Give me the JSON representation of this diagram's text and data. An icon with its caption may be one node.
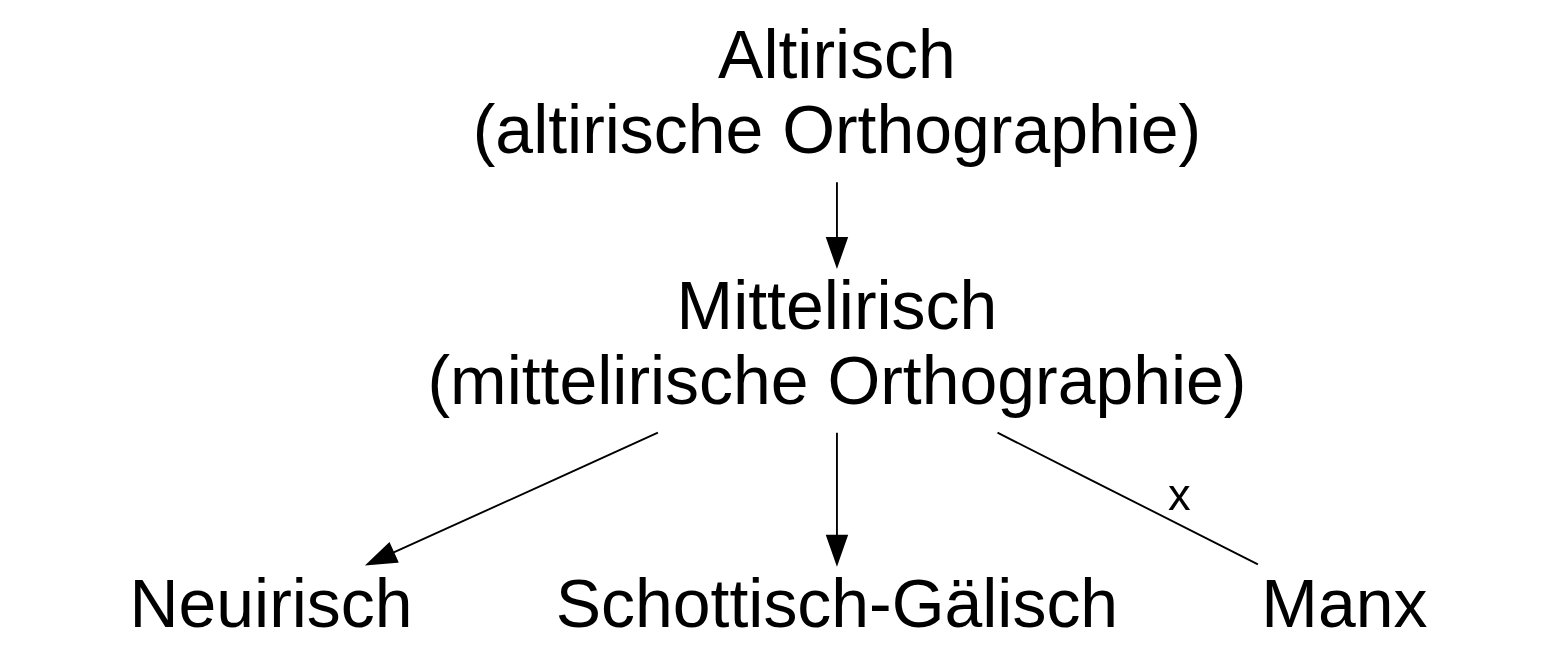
{
  "diagram": {
    "nodes": [
      {
        "text": [
          "Altirisch",
          "(altirische Orthographie)"
        ]
      },
      {
        "text": [
          "Mittelirisch",
          "(mittelirische Orthographie)"
        ]
      },
      {
        "text": [
          "Neuirisch"
        ]
      },
      {
        "text": [
          "Schottisch-Gälisch"
        ]
      },
      {
        "text": [
          "Manx"
        ]
      }
    ],
    "edges": [
      {
        "from": 0,
        "to": 1,
        "arrow": "to"
      },
      {
        "from": 1,
        "to": 2,
        "arrow": "to"
      },
      {
        "from": 1,
        "to": 3,
        "arrow": "to"
      },
      {
        "from": 1,
        "to": 4,
        "arrow": "none",
        "label": "x"
      }
    ]
  }
}
